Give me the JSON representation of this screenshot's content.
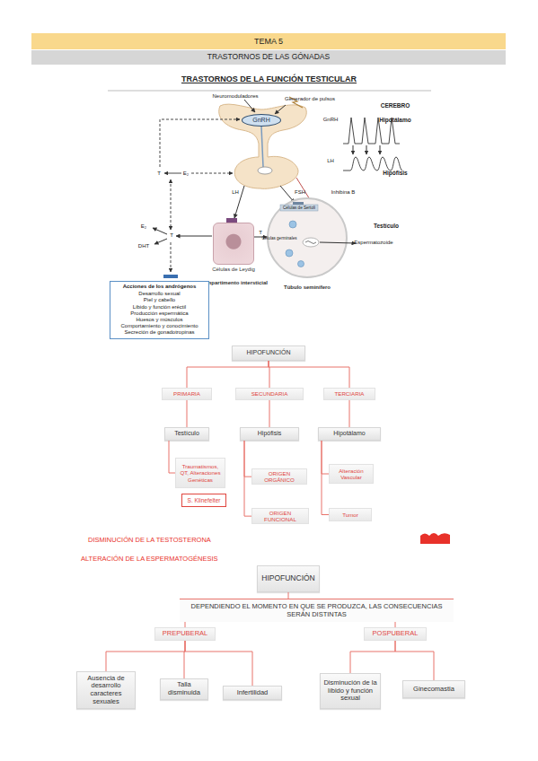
{
  "diagram": {
    "title": "TRASTORNOS DE LA FUNCIÓN TESTICULAR",
    "nodes": [
      {
        "text": [
          "TEMA 5"
        ]
      },
      {
        "text": [
          "TRASTORNOS DE LAS GÓNADAS"
        ]
      },
      {
        "text": [
          "GnRH"
        ]
      },
      {
        "text": [
          "Células de Leydig",
          "Compartimento intersticial"
        ]
      },
      {
        "text": [
          "Túbulo seminífero"
        ]
      },
      {
        "text": [
          "Acciones de los andrógenos",
          "Desarrollo sexual",
          "Piel y cabello",
          "Libido y función eréctil",
          "Producción espermática",
          "Huesos y músculos",
          "Comportamiento y conocimiento",
          "Secreción de gonadotropinas"
        ]
      },
      {
        "text": [
          "HIPOFUNCIÓN"
        ]
      },
      {
        "text": [
          "PRIMARIA"
        ]
      },
      {
        "text": [
          "SECUNDARIA"
        ]
      },
      {
        "text": [
          "TERCIARIA"
        ]
      },
      {
        "text": [
          "Testículo"
        ]
      },
      {
        "text": [
          "Hipófisis"
        ]
      },
      {
        "text": [
          "Hipotálamo"
        ]
      },
      {
        "text": [
          "Traumatismos, QT, Alteraciones Genéticas"
        ]
      },
      {
        "text": [
          "ORIGEN ORGÁNICO"
        ]
      },
      {
        "text": [
          "Alteración Vascular"
        ]
      },
      {
        "text": [
          "S. Klinefelter"
        ]
      },
      {
        "text": [
          "ORIGEN FUNCIONAL"
        ]
      },
      {
        "text": [
          "Tumor"
        ]
      },
      {
        "text": [
          "HIPOFUNCIÓN"
        ]
      },
      {
        "text": [
          "DEPENDIENDO EL MOMENTO EN QUE SE PRODUZCA, LAS CONSECUENCIAS SERÁN DISTINTAS"
        ]
      },
      {
        "text": [
          "PREPUBERAL"
        ]
      },
      {
        "text": [
          "POSPUBERAL"
        ]
      },
      {
        "text": [
          "Ausencia de desarrollo caracteres sexuales"
        ]
      },
      {
        "text": [
          "Talla disminuida"
        ]
      },
      {
        "text": [
          "Infertilidad"
        ]
      },
      {
        "text": [
          "Disminución de la líbido y función sexual"
        ]
      },
      {
        "text": [
          "Ginecomastia"
        ]
      }
    ],
    "edges": [
      {
        "from": 3,
        "to": 4,
        "label": "T",
        "arrow": "to"
      },
      {
        "from": 6,
        "to": 7,
        "arrow": "none"
      },
      {
        "from": 6,
        "to": 8,
        "arrow": "none"
      },
      {
        "from": 6,
        "to": 9,
        "arrow": "none"
      },
      {
        "from": 7,
        "to": 10,
        "arrow": "none"
      },
      {
        "from": 8,
        "to": 11,
        "arrow": "none"
      },
      {
        "from": 9,
        "to": 12,
        "arrow": "none"
      },
      {
        "from": 10,
        "to": 13,
        "arrow": "none"
      },
      {
        "from": 11,
        "to": 14,
        "arrow": "none"
      },
      {
        "from": 11,
        "to": 17,
        "arrow": "none"
      },
      {
        "from": 12,
        "to": 15,
        "arrow": "none"
      },
      {
        "from": 12,
        "to": 18,
        "arrow": "none"
      },
      {
        "from": 19,
        "to": 20,
        "arrow": "none"
      },
      {
        "from": 20,
        "to": 21,
        "arrow": "none"
      },
      {
        "from": 20,
        "to": 22,
        "arrow": "none"
      },
      {
        "from": 21,
        "to": 23,
        "arrow": "none"
      },
      {
        "from": 21,
        "to": 24,
        "arrow": "none"
      },
      {
        "from": 21,
        "to": 25,
        "arrow": "none"
      },
      {
        "from": 22,
        "to": 26,
        "arrow": "none"
      },
      {
        "from": 22,
        "to": 27,
        "arrow": "none"
      }
    ],
    "labels": [
      "Neuromoduladores",
      "Generador de pulsos",
      "CEREBRO",
      "GnRH",
      "Hipotálamo",
      "LH",
      "Hipófisis",
      "T",
      "E₂",
      "LH",
      "FSH",
      "Inhibina B",
      "Células de Sertoli",
      "Testículo",
      "E₂",
      "T",
      "DHT",
      "Células germinales",
      "Espermatozoide",
      "DISMINUCIÓN DE LA TESTOSTERONA",
      "ALTERACIÓN DE LA ESPERMATOGÉNESIS"
    ]
  }
}
